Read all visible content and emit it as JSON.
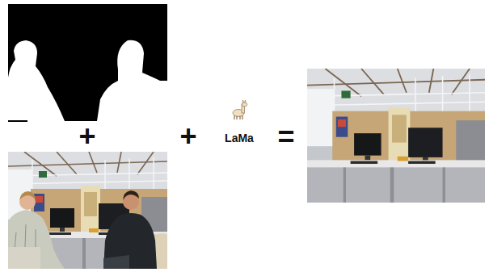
{
  "diagram": {
    "labels": [
      "+",
      "+",
      "LaMa",
      "="
    ]
  }
}
